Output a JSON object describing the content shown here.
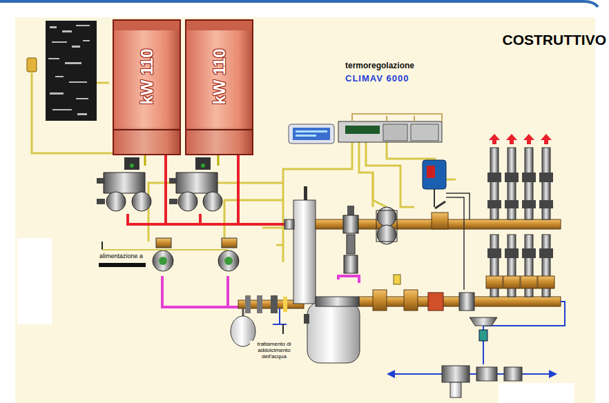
{
  "diagram": {
    "title": "COSTRUTTIVO",
    "nodes": [
      {
        "text": [
          "kW 110"
        ]
      },
      {
        "text": [
          "kW 110"
        ]
      }
    ],
    "labels": [
      "termoregolazione",
      "CLIMAV 6000",
      "alimentazione a",
      "trattamento di addolcimento dell'acqua"
    ]
  }
}
